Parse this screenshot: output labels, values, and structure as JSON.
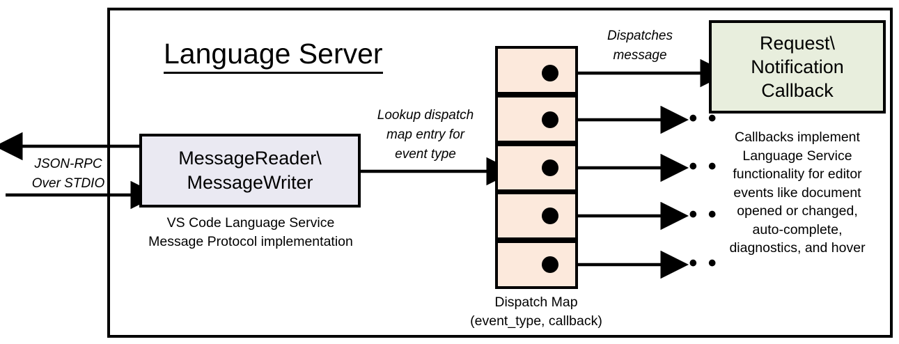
{
  "diagram": {
    "title": "Language Server",
    "frame_border_color": "#000000"
  },
  "io": {
    "label": "JSON-RPC\nOver STDIO",
    "label_line1": "JSON-RPC",
    "label_line2": "Over STDIO",
    "outbound_arrow": "arrow-left",
    "inbound_arrow": "arrow-right"
  },
  "reader": {
    "line1": "MessageReader\\",
    "line2": "MessageWriter",
    "caption_line1": "VS Code Language Service",
    "caption_line2": "Message Protocol implementation",
    "fill": "#eae9f2"
  },
  "lookup": {
    "line1": "Lookup dispatch",
    "line2": "map entry for",
    "line3": "event type"
  },
  "dispatch_map": {
    "caption_line1": "Dispatch Map",
    "caption_line2": "(event_type, callback)",
    "fill": "#fce9dc",
    "cells": [
      {
        "index": 0,
        "dot": "dispatch-entry-dot"
      },
      {
        "index": 1,
        "dot": "dispatch-entry-dot"
      },
      {
        "index": 2,
        "dot": "dispatch-entry-dot"
      },
      {
        "index": 3,
        "dot": "dispatch-entry-dot"
      },
      {
        "index": 4,
        "dot": "dispatch-entry-dot"
      }
    ],
    "entry_count": 5
  },
  "dispatch_edge": {
    "line1": "Dispatches",
    "line2": "message"
  },
  "callback": {
    "line1": "Request\\",
    "line2": "Notification",
    "line3": "Callback",
    "fill": "#e8eedd",
    "caption_line1": "Callbacks implement",
    "caption_line2": "Language Service",
    "caption_line3": "functionality for editor",
    "caption_line4": "events like document",
    "caption_line5": "opened or changed,",
    "caption_line6": "auto-complete,",
    "caption_line7": "diagnostics, and hover"
  },
  "ellipses": {
    "glyph": "• • •",
    "count": 4
  }
}
